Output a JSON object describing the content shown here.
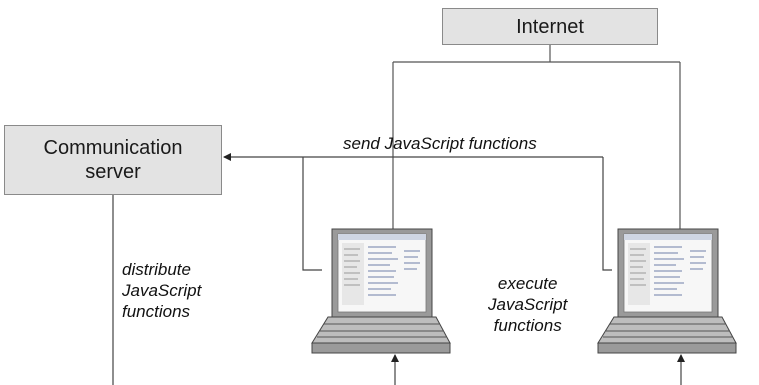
{
  "nodes": {
    "internet": {
      "label": "Internet"
    },
    "communication_server": {
      "label_lines": [
        "Communication",
        "server"
      ]
    }
  },
  "labels": {
    "send": "send JavaScript functions",
    "distribute": [
      "distribute",
      "JavaScript",
      "functions"
    ],
    "execute": [
      "execute",
      "JavaScript",
      "functions"
    ]
  },
  "clients": [
    {
      "name": "client-laptop-1",
      "icon": "laptop-icon"
    },
    {
      "name": "client-laptop-2",
      "icon": "laptop-icon"
    }
  ],
  "colors": {
    "box_fill": "#e3e3e3",
    "box_border": "#8a8a8a",
    "line": "#444444",
    "laptop_body": "#b0b0b0"
  }
}
